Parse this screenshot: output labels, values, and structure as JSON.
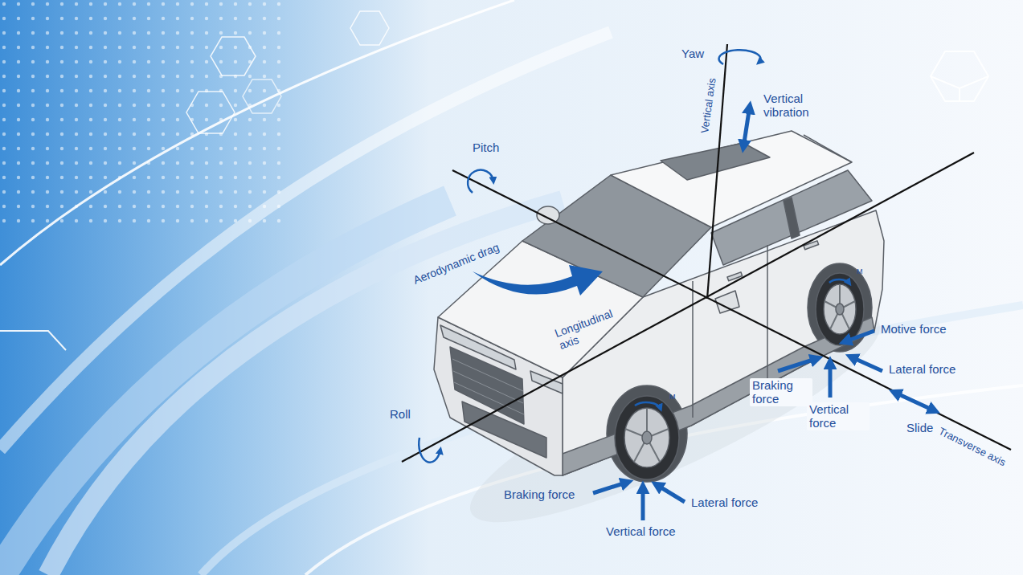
{
  "diagram": {
    "labels": [
      "Yaw",
      "Vertical axis",
      "Vertical vibration",
      "Pitch",
      "Aerodynamic drag",
      "M",
      "Longitudinal axis",
      "Motive force",
      "Lateral force",
      "Braking force",
      "Vertical force",
      "M",
      "Slide",
      "Transverse axis",
      "Roll",
      "Braking force",
      "Lateral force",
      "Vertical force"
    ]
  }
}
